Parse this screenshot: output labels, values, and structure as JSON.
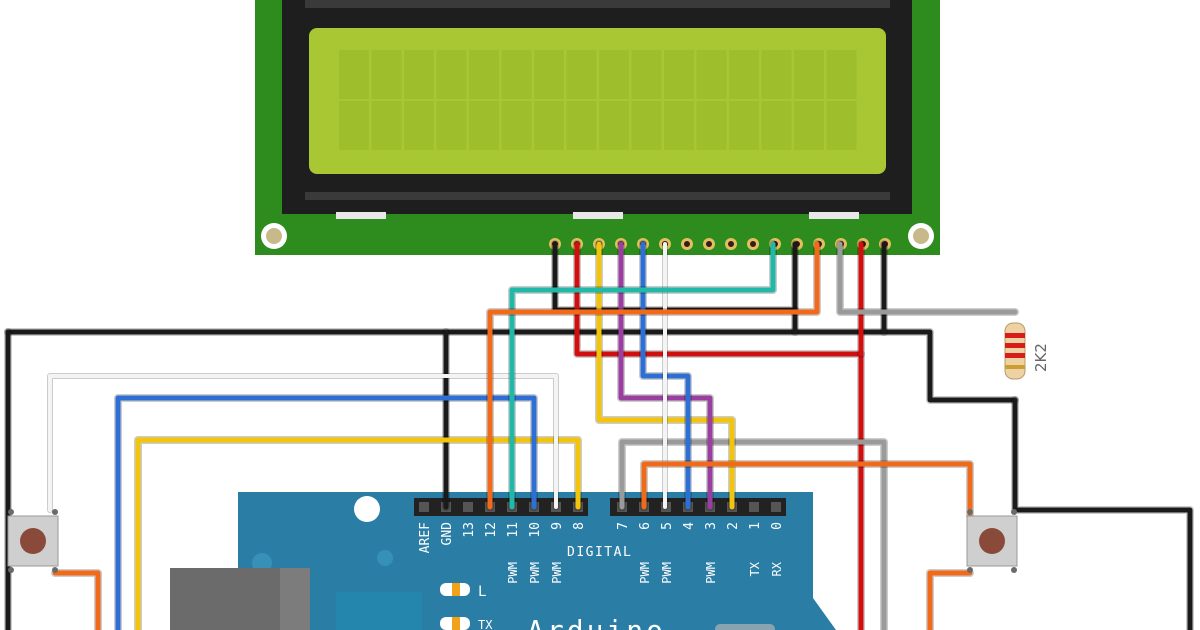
{
  "lcd": {
    "pins": 16
  },
  "resistor": {
    "label": "2K2"
  },
  "arduino": {
    "name": "Arduino",
    "header_left": [
      "AREF",
      "GND",
      "13",
      "12",
      "11",
      "10",
      "9",
      "8"
    ],
    "header_right": [
      "7",
      "6",
      "5",
      "4",
      "3",
      "2",
      "1",
      "0"
    ],
    "pwm_label": "PWM",
    "digital_label": "DIGITAL",
    "tx_label": "TX",
    "rx_label": "RX",
    "led_l": "L",
    "led_tx": "TX"
  },
  "colors": {
    "pcb": "#2e8b1e",
    "lcd_frame": "#1e1e1e",
    "lcd_screen": "#a9c733",
    "board": "#2a7ea6",
    "black_wire": "#1a1a1a",
    "red_wire": "#d10f0f",
    "orange_wire": "#f06a1a",
    "yellow_wire": "#f2c40c",
    "blue_wire": "#2d6fd4",
    "green_wire": "#22b8a8",
    "purple_wire": "#9a3fa0",
    "white_wire": "#f4f4f4",
    "gray_wire": "#9a9a9a"
  }
}
